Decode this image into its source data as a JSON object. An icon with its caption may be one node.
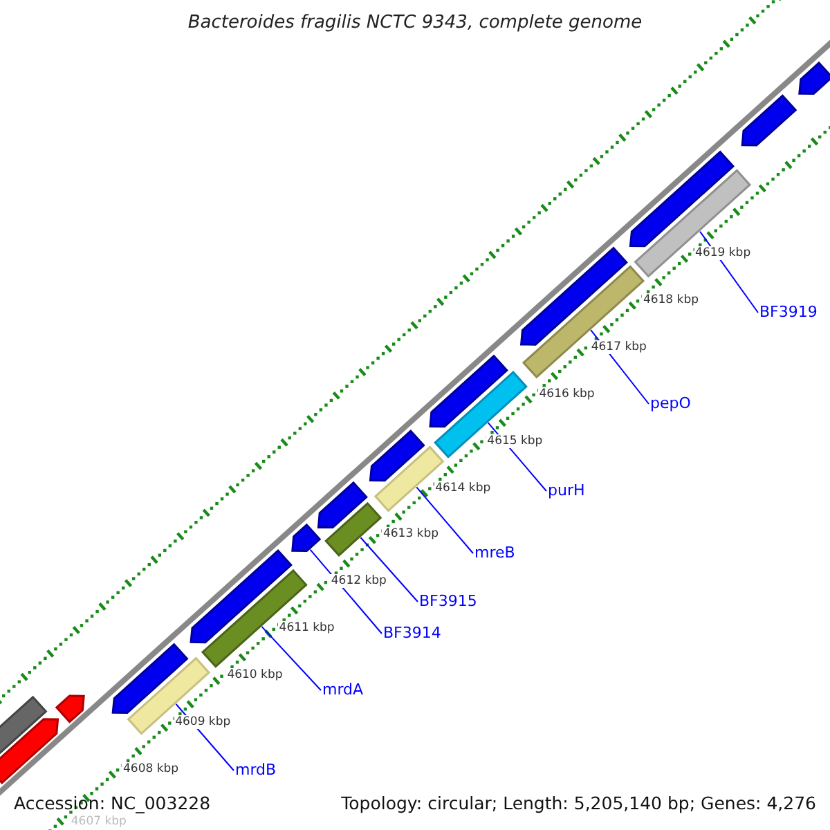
{
  "diagram": {
    "title": "Bacteroides fragilis NCTC 9343, complete genome",
    "nodes": [
      {
        "text": [],
        "shape": "bar"
      },
      {
        "text": [],
        "shape": "bar"
      },
      {
        "text": [],
        "shape": "bar"
      },
      {
        "text": [],
        "shape": "bar"
      },
      {
        "text": [],
        "shape": "bar"
      },
      {
        "text": [],
        "shape": "bar"
      },
      {
        "text": [],
        "shape": "bar"
      },
      {
        "text": [],
        "shape": "bar"
      },
      {
        "text": [],
        "shape": "bar"
      },
      {
        "text": [],
        "shape": "bar"
      },
      {
        "text": [],
        "shape": "bar"
      },
      {
        "text": [],
        "shape": "bar"
      },
      {
        "text": [],
        "shape": "bar"
      },
      {
        "text": [],
        "shape": "bar"
      },
      {
        "text": [],
        "shape": "bar"
      },
      {
        "text": [],
        "shape": "bar"
      },
      {
        "text": [],
        "shape": "bar"
      },
      {
        "text": [],
        "shape": "bar"
      },
      {
        "text": [],
        "shape": "bar"
      },
      {
        "text": [],
        "shape": "bar"
      },
      {
        "text": [
          "mrdB"
        ]
      },
      {
        "text": [
          "mrdA"
        ]
      },
      {
        "text": [
          "BF3914"
        ]
      },
      {
        "text": [
          "BF3915"
        ]
      },
      {
        "text": [
          "mreB"
        ]
      },
      {
        "text": [
          "purH"
        ]
      },
      {
        "text": [
          "pepO"
        ]
      },
      {
        "text": [
          "BF3919"
        ]
      }
    ],
    "edges": [
      {
        "from": 20,
        "to": 4,
        "arrow": "none"
      },
      {
        "from": 21,
        "to": 6,
        "arrow": "none"
      },
      {
        "from": 22,
        "to": 7,
        "arrow": "none"
      },
      {
        "from": 23,
        "to": 8,
        "arrow": "none"
      },
      {
        "from": 24,
        "to": 10,
        "arrow": "none"
      },
      {
        "from": 25,
        "to": 12,
        "arrow": "none"
      },
      {
        "from": 26,
        "to": 14,
        "arrow": "none"
      },
      {
        "from": 27,
        "to": 16,
        "arrow": "none"
      }
    ],
    "labels": [
      "4607 kbp",
      "4608 kbp",
      "4609 kbp",
      "4610 kbp",
      "4611 kbp",
      "4612 kbp",
      "4613 kbp",
      "4614 kbp",
      "4615 kbp",
      "4616 kbp",
      "4617 kbp",
      "4618 kbp",
      "4619 kbp",
      "Accession: NC_003228",
      "Topology: circular; Length: 5,205,140 bp; Genes: 4,276"
    ]
  }
}
